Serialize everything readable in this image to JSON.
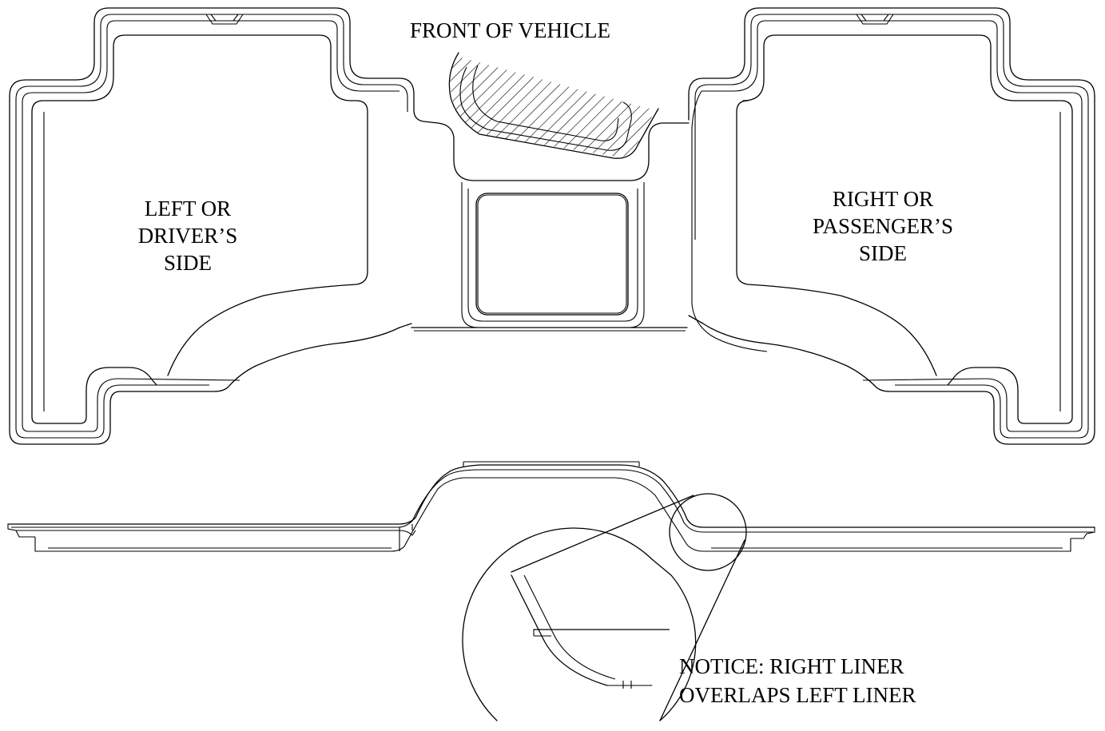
{
  "labels": {
    "front": "FRONT OF VEHICLE",
    "left": [
      "LEFT OR",
      "DRIVER’S",
      "SIDE"
    ],
    "right": [
      "RIGHT OR",
      "PASSENGER’S",
      "SIDE"
    ],
    "notice": [
      "NOTICE: RIGHT LINER",
      "OVERLAPS LEFT LINER"
    ]
  }
}
